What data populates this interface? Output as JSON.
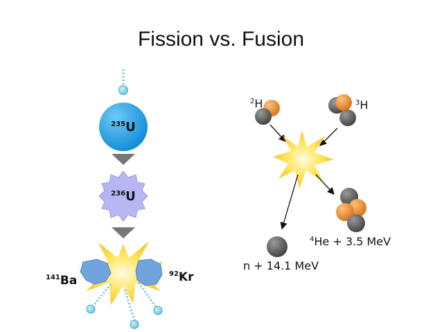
{
  "title": "Fission vs. Fusion",
  "fission": {
    "uranium235": {
      "mass": "235",
      "symbol": "U"
    },
    "uranium236": {
      "mass": "236",
      "symbol": "U"
    },
    "barium": {
      "mass": "141",
      "symbol": "Ba"
    },
    "krypton": {
      "mass": "92",
      "symbol": "Kr"
    }
  },
  "fusion": {
    "deuterium": {
      "mass": "2",
      "symbol": "H"
    },
    "tritium": {
      "mass": "3",
      "symbol": "H"
    },
    "helium_product": {
      "mass": "4",
      "text": "He + 3.5 MeV"
    },
    "neutron_product": "n + 14.1 MeV"
  },
  "colors": {
    "neutron": "#7fd6e8",
    "uranium": "#1aa0e6",
    "compound": "#b7b6f2",
    "fragment": "#6fa5dc",
    "burst": "#ffd83a",
    "proton": "#e9822a",
    "neutron_gray": "#4b4b4b",
    "arrow": "#777777"
  }
}
